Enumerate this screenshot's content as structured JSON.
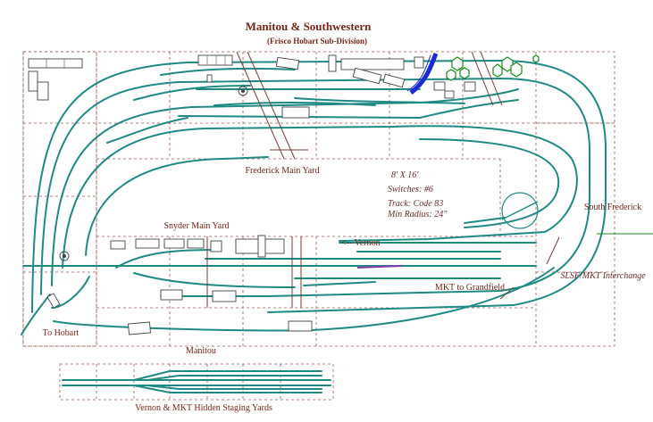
{
  "title": "Manitou & Southwestern",
  "subtitle": "(Frisco Hobart Sub-Division)",
  "labels": {
    "frederick_yard": "Frederick Main Yard",
    "snyder_yard": "Snyder Main Yard",
    "vernon": "<-- Vernon",
    "south_frederick": "South Frederick",
    "interchange": "SLSF/MKT Interchange",
    "mkt_grandfield": "MKT to Grandfield",
    "to_hobart": "To Hobart",
    "manitou": "Manitou",
    "staging": "Vernon & MKT Hidden Staging Yards"
  },
  "specs": {
    "size": "8' X 16'",
    "switches": "Switches: #6",
    "track": "Track: Code 83",
    "radius": "Min Radius: 24\""
  },
  "colors": {
    "track": "#1f8a84",
    "label": "#7a2418",
    "grid": "#9b5a55",
    "water": "#1a2bd6",
    "tree": "#1a8a1a",
    "connector": "#8a3aa8"
  }
}
